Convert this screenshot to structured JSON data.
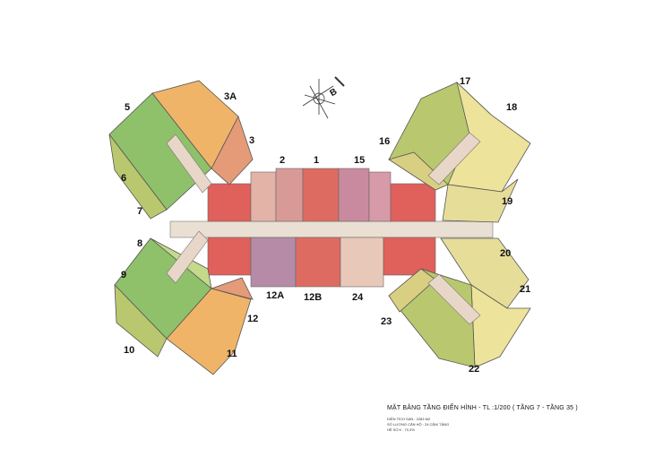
{
  "plan": {
    "title": "MẶT BẰNG TẦNG ĐIỂN HÌNH - TL :1/200 ( TẦNG 7 - TẦNG 35 )",
    "info_lines": [
      "DIỆN TÍCH SÀN : 2283 M2",
      "SỐ LƯỢNG CĂN HỘ : 24 CĂN/ TẦNG",
      "HỆ SỐ K : 70,3%"
    ],
    "compass_label": "B",
    "colors": {
      "green": "#8fc16b",
      "light_green": "#c4d98a",
      "olive": "#b9c86e",
      "yellow": "#ede39a",
      "orange": "#f0b469",
      "salmon": "#e59a78",
      "red": "#e0605c",
      "pink": "#cf9aa4",
      "mauve": "#b58ba7",
      "corridor": "#e8d7c8",
      "wall": "#5a5a5a"
    },
    "units": [
      "1",
      "2",
      "3",
      "3A",
      "5",
      "6",
      "7",
      "8",
      "9",
      "10",
      "11",
      "12",
      "12A",
      "12B",
      "15",
      "16",
      "17",
      "18",
      "19",
      "20",
      "21",
      "22",
      "23",
      "24"
    ]
  }
}
